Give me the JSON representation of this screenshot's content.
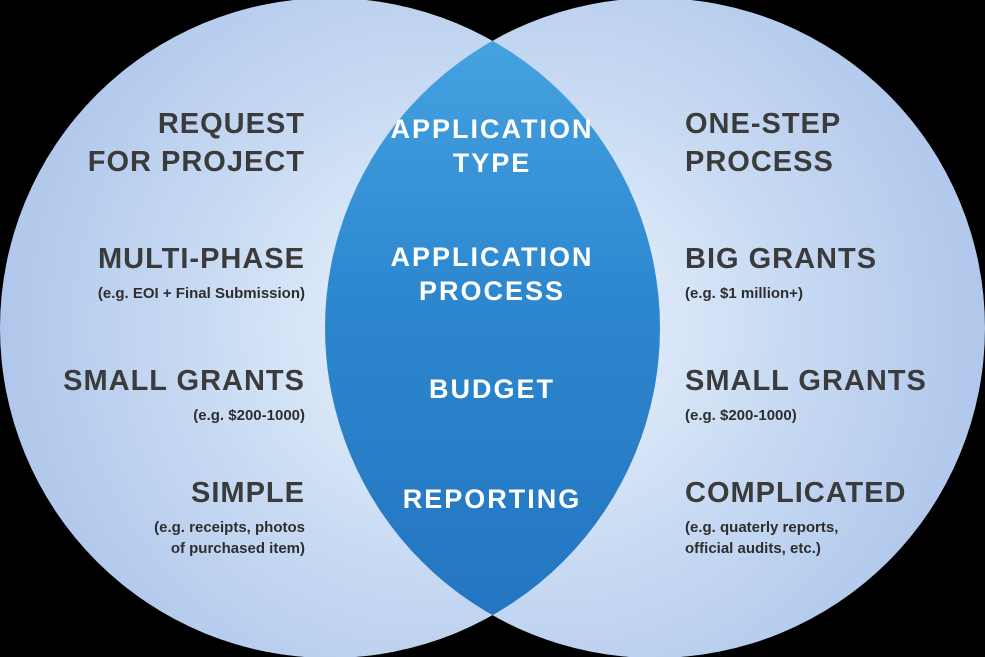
{
  "venn": {
    "background_color": "#000000",
    "colors": {
      "circle_fill_outer": "#a7c0e9",
      "circle_fill_inner": "#eaf3fd",
      "intersection_top": "#49a6e3",
      "intersection_bottom": "#2373bf",
      "side_text": "#3b3b3b",
      "center_text": "#ffffff"
    },
    "left": {
      "items": [
        {
          "lines": [
            "REQUEST",
            "FOR PROJECT"
          ],
          "subtitle_lines": []
        },
        {
          "lines": [
            "MULTI-PHASE"
          ],
          "subtitle_lines": [
            "(e.g. EOI + Final Submission)"
          ]
        },
        {
          "lines": [
            "SMALL GRANTS"
          ],
          "subtitle_lines": [
            "(e.g. $200-1000)"
          ]
        },
        {
          "lines": [
            "SIMPLE"
          ],
          "subtitle_lines": [
            "(e.g. receipts, photos",
            "of purchased item)"
          ]
        }
      ]
    },
    "center": {
      "items": [
        {
          "lines": [
            "APPLICATION",
            "TYPE"
          ]
        },
        {
          "lines": [
            "APPLICATION",
            "PROCESS"
          ]
        },
        {
          "lines": [
            "BUDGET"
          ]
        },
        {
          "lines": [
            "REPORTING"
          ]
        }
      ]
    },
    "right": {
      "items": [
        {
          "lines": [
            "ONE-STEP",
            "PROCESS"
          ],
          "subtitle_lines": []
        },
        {
          "lines": [
            "BIG GRANTS"
          ],
          "subtitle_lines": [
            "(e.g. $1 million+)"
          ]
        },
        {
          "lines": [
            "SMALL GRANTS"
          ],
          "subtitle_lines": [
            "(e.g. $200-1000)"
          ]
        },
        {
          "lines": [
            "COMPLICATED"
          ],
          "subtitle_lines": [
            "(e.g. quaterly reports,",
            "official audits, etc.)"
          ]
        }
      ]
    }
  }
}
